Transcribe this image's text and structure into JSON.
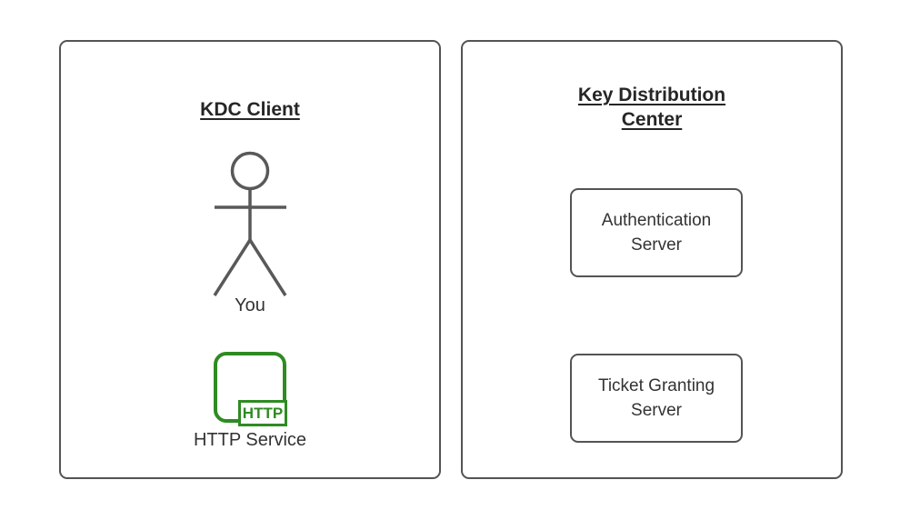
{
  "diagram": {
    "left_panel": {
      "title": "KDC Client",
      "actor": {
        "icon": "stick-figure-actor-icon",
        "label": "You"
      },
      "http_service": {
        "icon": "http-service-icon",
        "badge_text": "HTTP",
        "label": "HTTP Service"
      }
    },
    "right_panel": {
      "title": "Key Distribution Center",
      "servers": [
        {
          "label": "Authentication Server"
        },
        {
          "label": "Ticket Granting Server"
        }
      ]
    }
  },
  "colors": {
    "background": "#FFFFFF",
    "panel_border": "#545454",
    "title_text": "#262626",
    "label_text": "#333333",
    "actor_stroke": "#595959",
    "http_green": "#2E8B22"
  }
}
